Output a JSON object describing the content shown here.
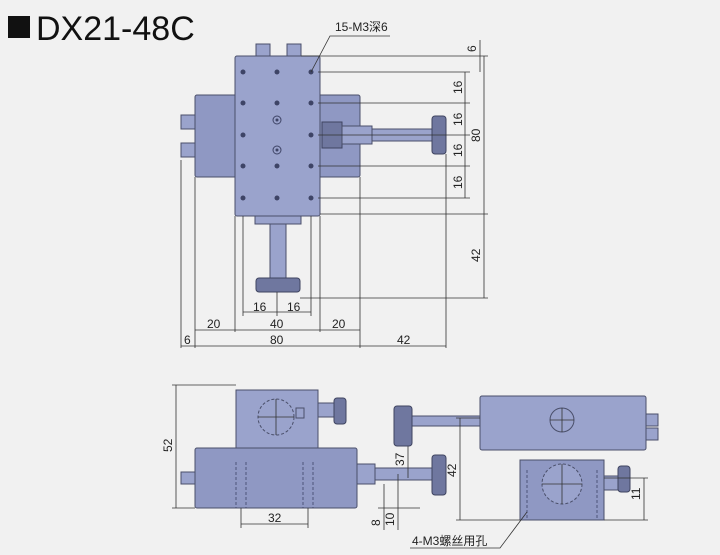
{
  "title": "DX21-48C",
  "annotations": {
    "top_hole_note": "15-M3深6",
    "bottom_hole_note": "4-M3螺丝用孔"
  },
  "top_view_dims": {
    "d_6_top": "6",
    "d_16_a": "16",
    "d_16_b": "16",
    "d_16_c": "16",
    "d_16_d": "16",
    "d_80_right": "80",
    "d_42_right": "42",
    "d_16_bottom_left": "16",
    "d_16_bottom_right": "16",
    "d_20_left": "20",
    "d_40_mid": "40",
    "d_20_right": "20",
    "d_6_left": "6",
    "d_80_bottom": "80",
    "d_42_bottom": "42"
  },
  "side_view_dims": {
    "d_52": "52",
    "d_37": "37",
    "d_42": "42",
    "d_11": "11",
    "d_8": "8",
    "d_10": "10",
    "d_32": "32"
  },
  "colors": {
    "body": "#8f98c3",
    "outline": "#4a4f6a",
    "background": "#f1f1f1"
  }
}
